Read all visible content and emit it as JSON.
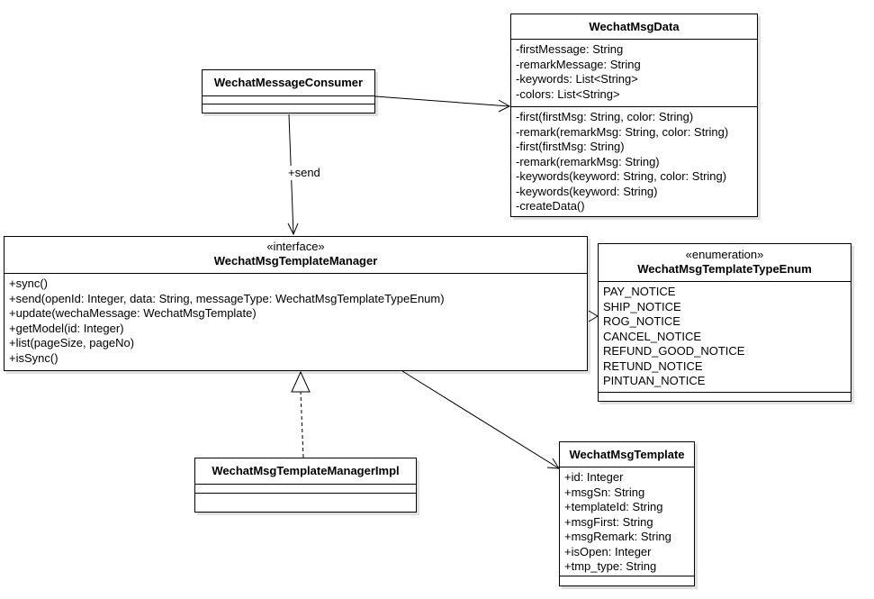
{
  "classes": {
    "consumer": {
      "name": "WechatMessageConsumer",
      "attributes": [],
      "operations": []
    },
    "msg_data": {
      "name": "WechatMsgData",
      "attributes": [
        "-firstMessage: String",
        "-remarkMessage: String",
        "-keywords: List<String>",
        "-colors: List<String>"
      ],
      "operations": [
        "-first(firstMsg: String, color: String)",
        "-remark(remarkMsg: String, color: String)",
        "-first(firstMsg: String)",
        "-remark(remarkMsg: String)",
        "-keywords(keyword: String, color: String)",
        "-keywords(keyword: String)",
        "-createData()"
      ]
    },
    "manager": {
      "stereotype": "«interface»",
      "name": "WechatMsgTemplateManager",
      "operations": [
        "+sync()",
        "+send(openId: Integer, data: String, messageType: WechatMsgTemplateTypeEnum)",
        "+update(wechaMessage: WechatMsgTemplate)",
        "+getModel(id: Integer)",
        "+list(pageSize, pageNo)",
        "+isSync()"
      ]
    },
    "type_enum": {
      "stereotype": "«enumeration»",
      "name": "WechatMsgTemplateTypeEnum",
      "literals": [
        "PAY_NOTICE",
        "SHIP_NOTICE",
        "ROG_NOTICE",
        "CANCEL_NOTICE",
        "REFUND_GOOD_NOTICE",
        "RETUND_NOTICE",
        "PINTUAN_NOTICE"
      ]
    },
    "manager_impl": {
      "name": "WechatMsgTemplateManagerImpl",
      "attributes": [],
      "operations": []
    },
    "template": {
      "name": "WechatMsgTemplate",
      "attributes": [
        "+id: Integer",
        "+msgSn: String",
        "+templateId: String",
        "+msgFirst: String",
        "+msgRemark: String",
        "+isOpen: Integer",
        "+tmp_type: String"
      ],
      "operations": []
    }
  },
  "relations": {
    "consumer_to_manager": {
      "label": "+send",
      "kind": "association"
    },
    "consumer_to_msg_data": {
      "kind": "association"
    },
    "manager_to_enum": {
      "kind": "dependency"
    },
    "manager_to_template": {
      "kind": "association"
    },
    "impl_realizes_manager": {
      "kind": "realization"
    }
  },
  "colors": {
    "line": "#000000",
    "background": "#ffffff",
    "shadow": "#e0e0e0"
  }
}
